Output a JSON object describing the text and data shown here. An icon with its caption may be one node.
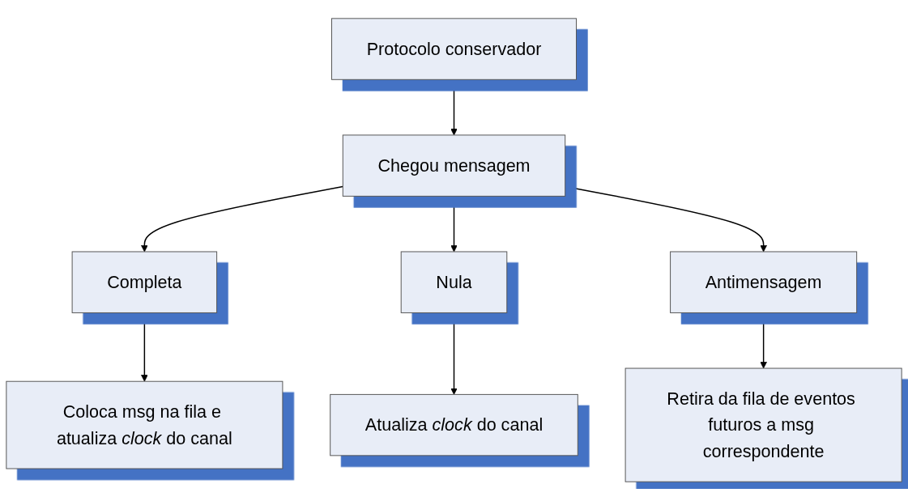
{
  "diagram": {
    "nodes": [
      {
        "text": [
          "Protocolo conservador"
        ]
      },
      {
        "text": [
          "Chegou mensagem"
        ]
      },
      {
        "text": [
          "Completa"
        ]
      },
      {
        "text": [
          "Nula"
        ]
      },
      {
        "text": [
          "Antimensagem"
        ]
      },
      {
        "text": [
          "Coloca msg na fila e atualiza *clock* do canal"
        ]
      },
      {
        "text": [
          "Atualiza *clock* do canal"
        ]
      },
      {
        "text": [
          "Retira da fila de eventos futuros a msg correspondente"
        ]
      }
    ],
    "edges": [
      {
        "from": 0,
        "to": 1,
        "arrow": "to"
      },
      {
        "from": 1,
        "to": 2,
        "arrow": "to"
      },
      {
        "from": 1,
        "to": 3,
        "arrow": "to"
      },
      {
        "from": 1,
        "to": 4,
        "arrow": "to"
      },
      {
        "from": 2,
        "to": 5,
        "arrow": "to"
      },
      {
        "from": 3,
        "to": 6,
        "arrow": "to"
      },
      {
        "from": 4,
        "to": 7,
        "arrow": "to"
      }
    ]
  }
}
